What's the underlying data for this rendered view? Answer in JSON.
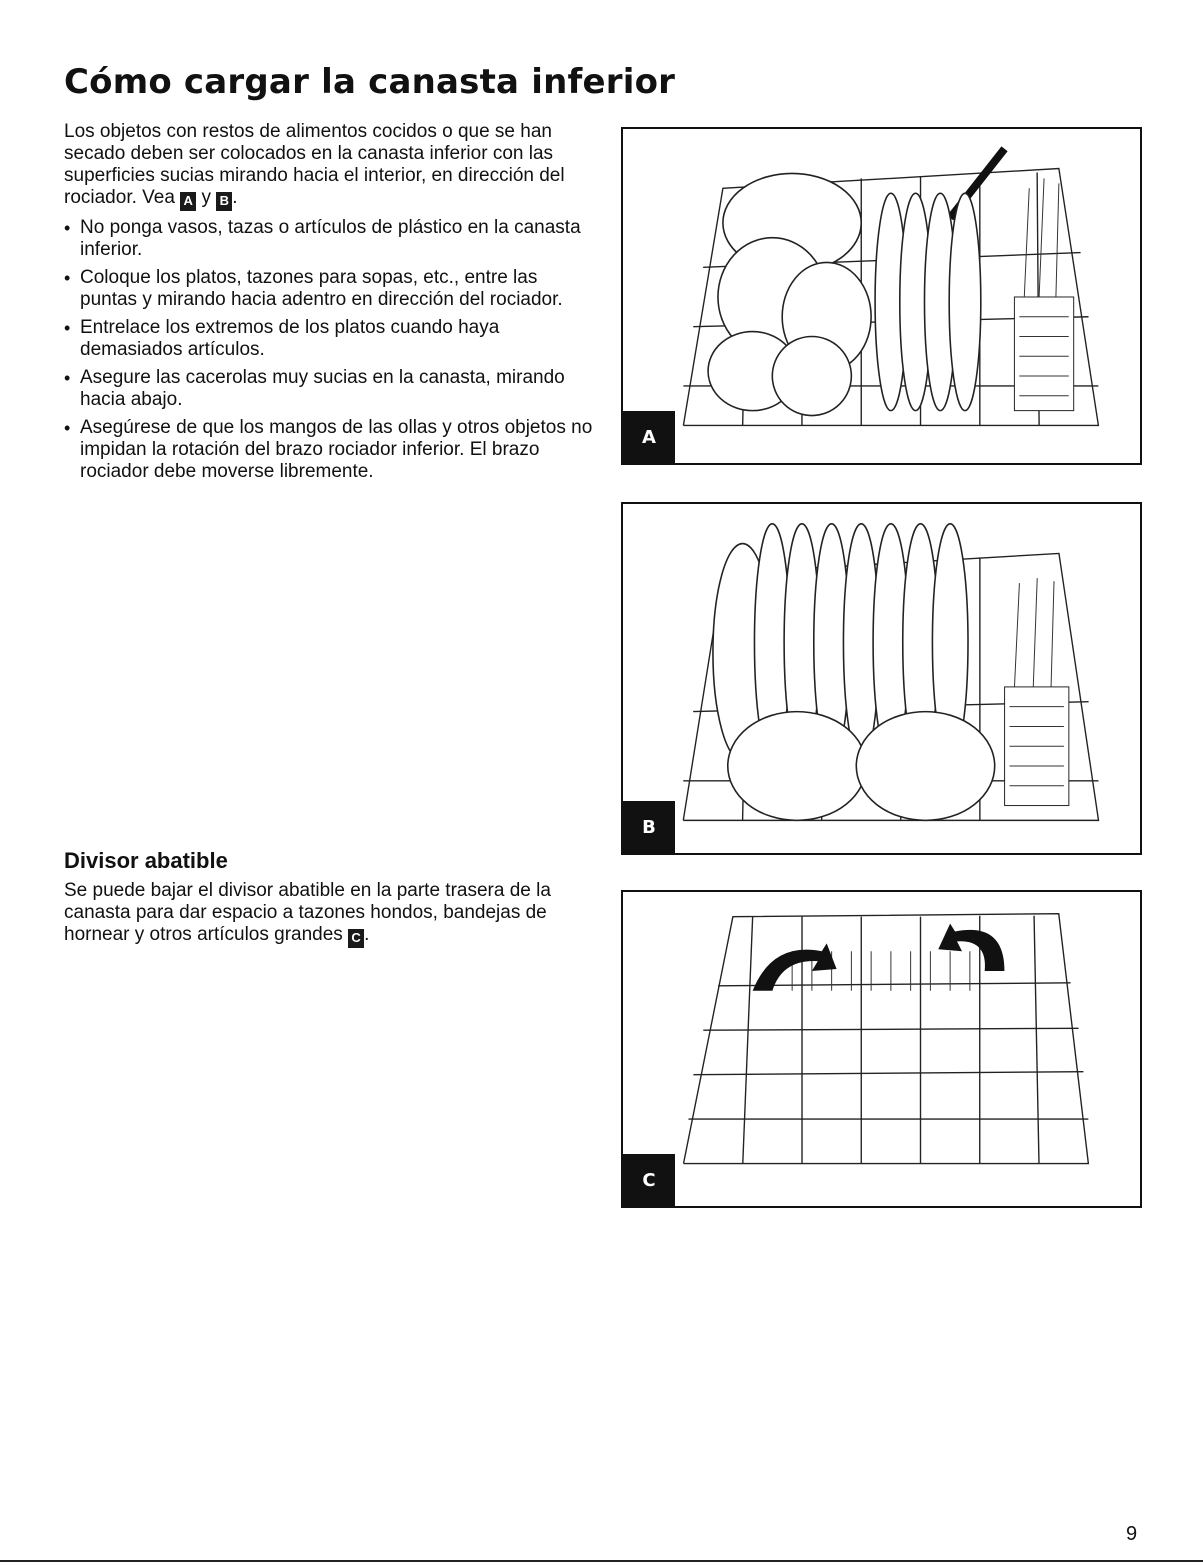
{
  "title": "Cómo cargar la canasta inferior",
  "intro": {
    "text": "Los objetos con restos de alimentos cocidos o que se han secado deben ser colocados en la canasta inferior con las superficies sucias mirando hacia el interior, en dirección del rociador. Vea",
    "ref_a": "A",
    "conj": "y",
    "ref_b": "B",
    "end": "."
  },
  "bullets": [
    "No ponga vasos, tazas o artículos de plástico en la canasta inferior.",
    "Coloque los platos, tazones para sopas, etc., entre las puntas y mirando hacia adentro en dirección del rociador.",
    "Entrelace los extremos de los platos cuando haya demasiados artículos.",
    "Asegure las cacerolas muy sucias en la canasta, mirando hacia abajo.",
    "Asegúrese de que los mangos de las ollas y otros objetos no impidan la rotación del brazo rociador inferior. El brazo rociador debe moverse libremente."
  ],
  "divider": {
    "heading": "Divisor abatible",
    "text": "Se puede bajar el divisor abatible en la parte trasera de la canasta para dar espacio a tazones hondos, bandejas de hornear y otros artículos grandes",
    "ref_c": "C",
    "end": "."
  },
  "figures": {
    "a_label": "A",
    "b_label": "B",
    "c_label": "C"
  },
  "page_number": "9"
}
